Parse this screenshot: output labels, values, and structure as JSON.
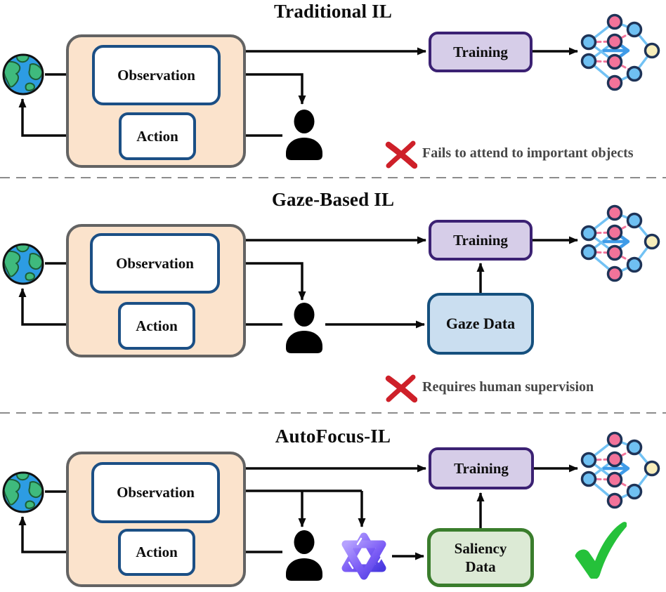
{
  "rows": [
    {
      "title": "Traditional IL",
      "environment": {
        "observation_label": "Observation",
        "action_label": "Action"
      },
      "training_label": "Training",
      "icons": [
        "earth-globe",
        "human-demonstrator",
        "neural-network"
      ],
      "note": {
        "icon": "red-cross",
        "text": "Fails to attend to important objects"
      }
    },
    {
      "title": "Gaze-Based IL",
      "environment": {
        "observation_label": "Observation",
        "action_label": "Action"
      },
      "training_label": "Training",
      "data_box": {
        "label": "Gaze Data"
      },
      "icons": [
        "earth-globe",
        "human-demonstrator",
        "neural-network"
      ],
      "note": {
        "icon": "red-cross",
        "text": "Requires human supervision"
      }
    },
    {
      "title": "AutoFocus-IL",
      "environment": {
        "observation_label": "Observation",
        "action_label": "Action"
      },
      "training_label": "Training",
      "data_box": {
        "label_line1": "Saliency",
        "label_line2": "Data"
      },
      "icons": [
        "earth-globe",
        "human-demonstrator",
        "vlm-logo",
        "neural-network"
      ],
      "note": {
        "icon": "green-check",
        "text": ""
      }
    }
  ],
  "colors": {
    "env_fill": "#fbe3cc",
    "env_border": "#636363",
    "io_box_border": "#1b4f85",
    "training_fill": "#d6cde8",
    "training_border": "#3b2173",
    "gaze_fill": "#cadef0",
    "gaze_border": "#15507e",
    "saliency_fill": "#dcead5",
    "saliency_border": "#3a7d2c",
    "cross_red": "#ce2029",
    "check_green": "#25c13a",
    "node_blue": "#6fc0f2",
    "node_pink": "#f2739a",
    "node_yellow": "#f8eebb",
    "caption_gray": "#474747"
  }
}
